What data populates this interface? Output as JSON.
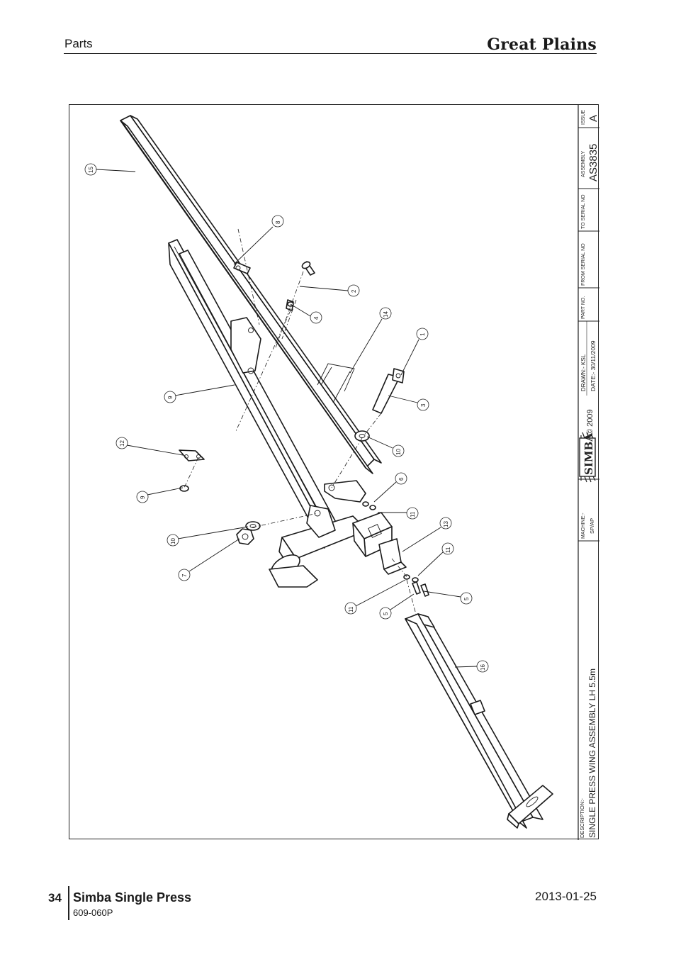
{
  "header": {
    "section": "Parts",
    "brand": "Great Plains"
  },
  "title_block": {
    "description_label": "DESCRIPTION:-",
    "description": "SINGLE PRESS WING ASSEMBLY LH 5.5m",
    "machine_label": "MACHINE:-",
    "machine": "SP/AP",
    "logo_text": "SIMBA",
    "copyright": "© 2009",
    "drawn": "DRAWN:-  KSL",
    "date": "DATE:-  30/11/2009",
    "part_no_label": "PART NO.",
    "from_serial_label": "FROM SERIAL NO",
    "to_serial_label": "TO SERIAL NO",
    "assembly_label": "ASSEMBLY",
    "assembly": "AS3835",
    "issue_label": "ISSUE",
    "issue": "A"
  },
  "callouts": [
    "15",
    "8",
    "2",
    "4",
    "14",
    "1",
    "3",
    "9",
    "12",
    "10",
    "6",
    "11",
    "13",
    "9",
    "10",
    "7",
    "11",
    "5",
    "11",
    "5",
    "16"
  ],
  "footer": {
    "page_number": "34",
    "doc_title": "Simba Single Press",
    "doc_number": "609-060P",
    "date": "2013-01-25"
  },
  "colors": {
    "ink": "#1a1a1a",
    "paper": "#ffffff"
  }
}
